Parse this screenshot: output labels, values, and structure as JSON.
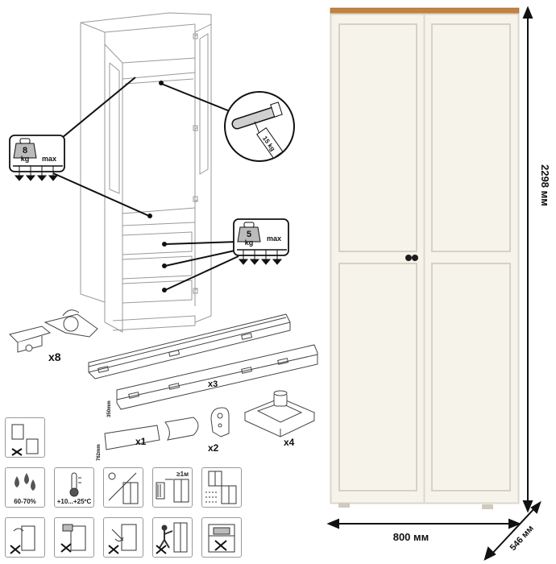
{
  "hardware": {
    "hinge_qty": "x8",
    "slide_qty": "x3",
    "slide_length": "350mm",
    "rail_length": "762mm",
    "rail_qty": "x1",
    "bracket_qty": "x2",
    "foot_qty": "x4"
  },
  "loads": {
    "shelf_weight": "8",
    "shelf_unit": "kg",
    "shelf_suffix": "max",
    "drawer_weight": "5",
    "drawer_unit": "kg",
    "drawer_suffix": "max",
    "rail_tag": "15 kg"
  },
  "dimensions": {
    "height": "2298 мм",
    "width": "800 мм",
    "depth": "546 мм"
  },
  "care": {
    "humidity": "60-70%",
    "temperature": "+10...+25ºC",
    "distance": "≥1м"
  },
  "colors": {
    "body": "#f4f1e8",
    "top": "#c4823e",
    "line": "#111111",
    "sketch": "#9a9a9a"
  }
}
